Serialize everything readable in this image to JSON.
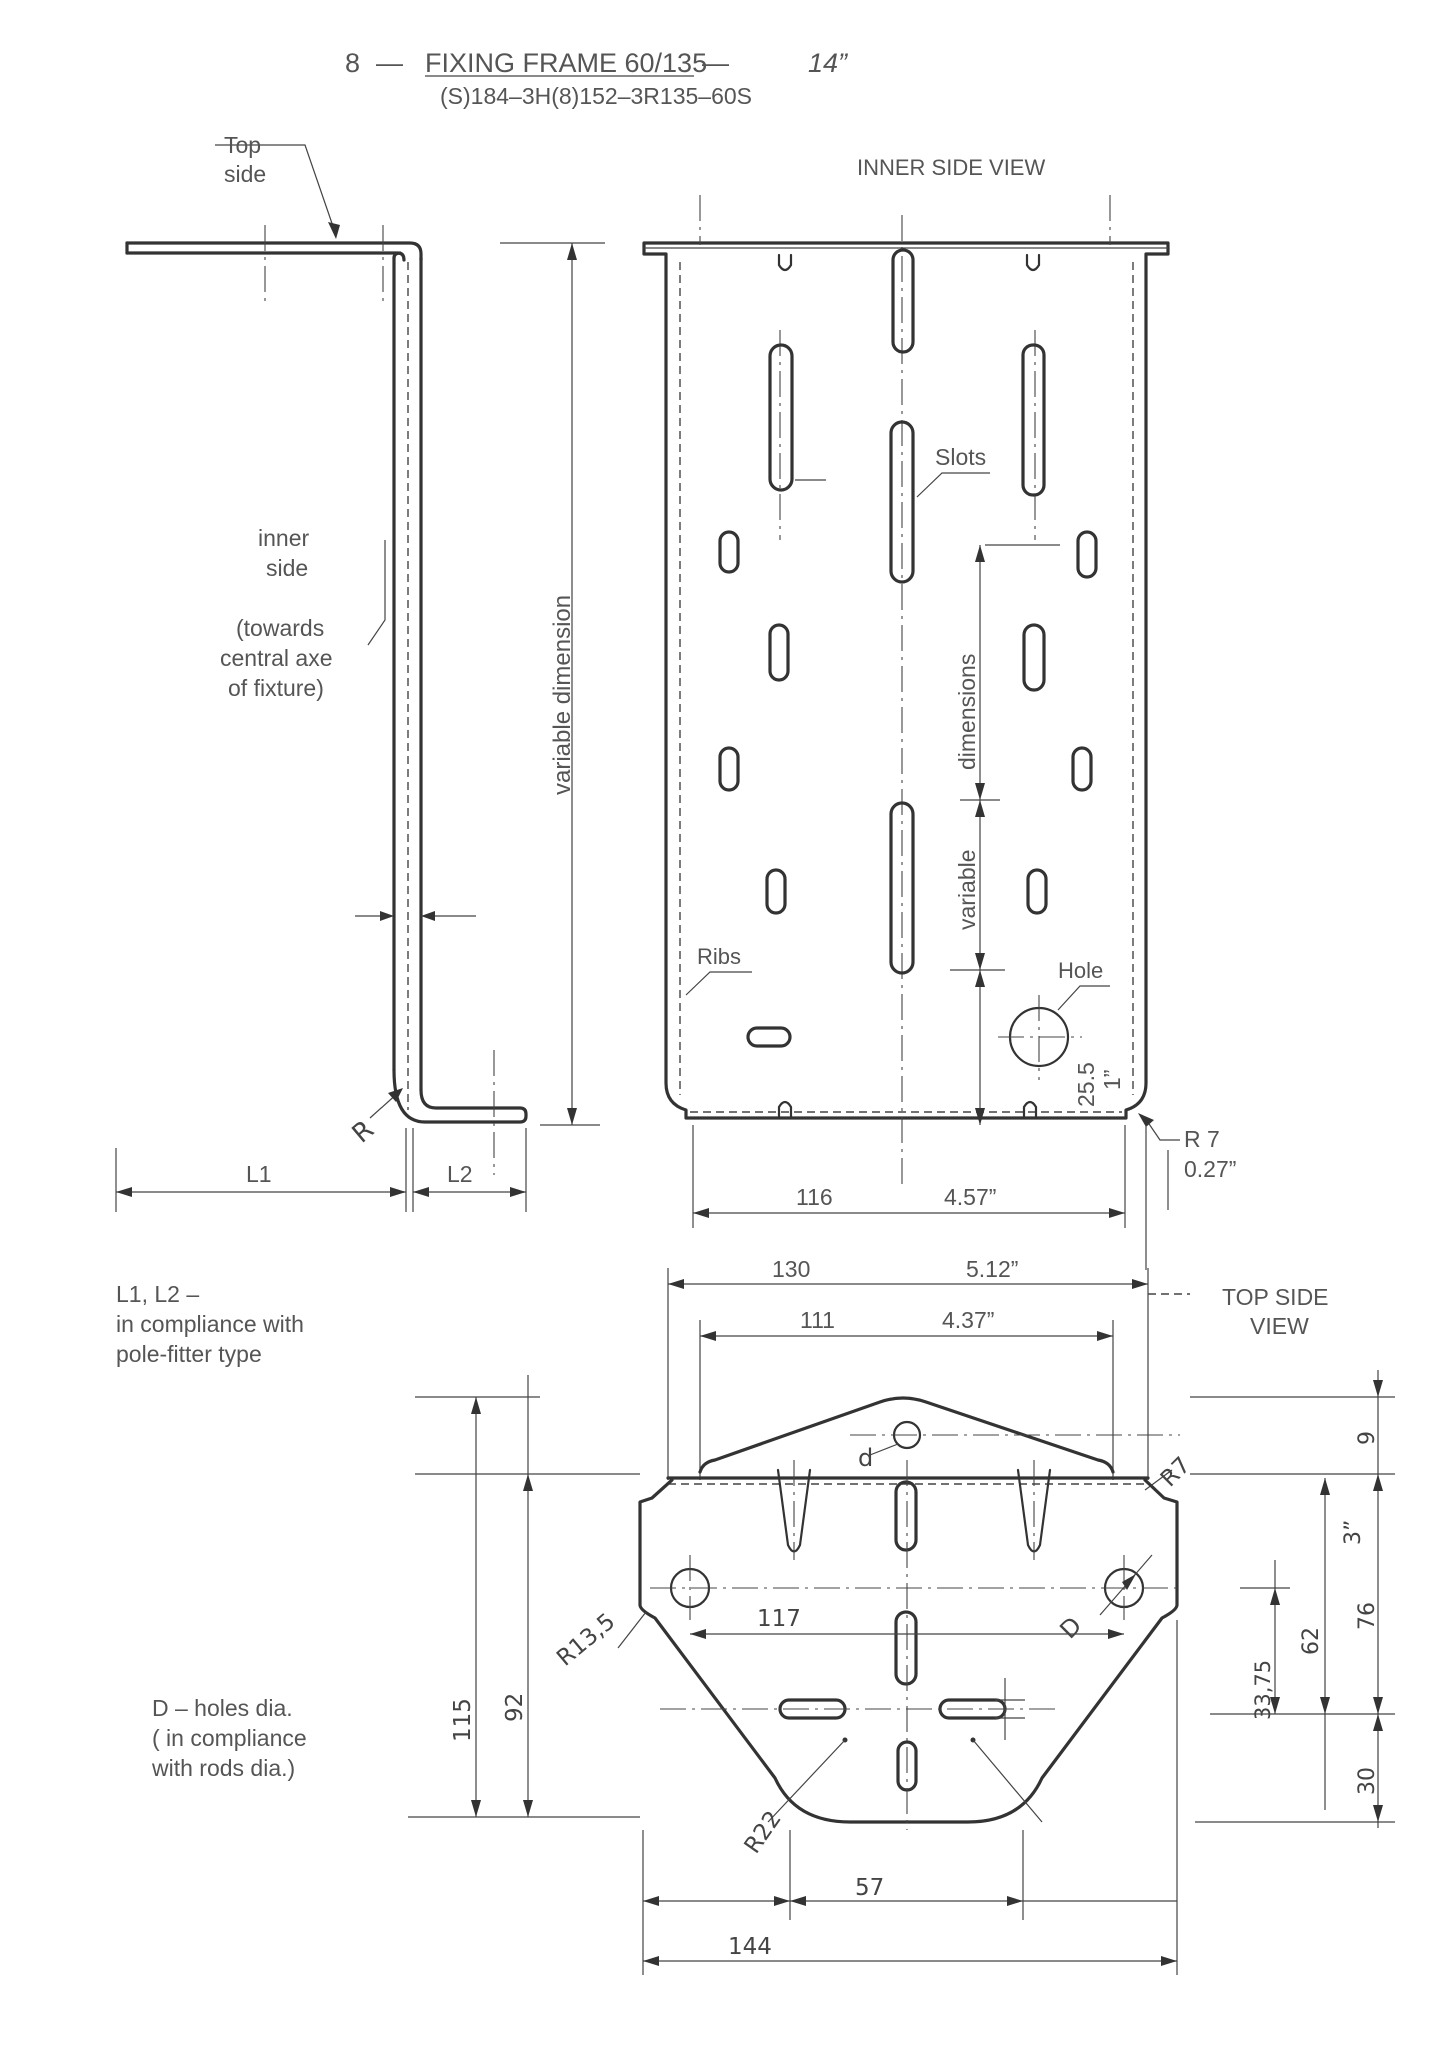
{
  "title": {
    "number": "8",
    "dash1": "—",
    "name": "FIXING  FRAME 60/135",
    "dash2": "—",
    "size": "14”",
    "code": "(S)184–3H(8)152–3R135–60S"
  },
  "side_view": {
    "top_side_line1": "Top",
    "top_side_line2": "side",
    "inner_line1": "inner",
    "inner_line2": "side",
    "towards_line1": "(towards",
    "towards_line2": "central axe",
    "towards_line3": "of fixture)",
    "radius_label": "R",
    "l1_label": "L1",
    "l2_label": "L2",
    "variable_dimension": "variable  dimension"
  },
  "inner_view": {
    "title": "INNER SIDE VIEW",
    "slots_label": "Slots",
    "ribs_label": "Ribs",
    "hole_label": "Hole",
    "dimensions_label": "dimensions",
    "variable_label": "variable",
    "dim_25_5": "25.5",
    "dim_1in": "1”",
    "r7_label": "R 7",
    "r7_in": "0.27”",
    "width_mm": "116",
    "width_in": "4.57”"
  },
  "top_view": {
    "title_line1": "TOP SIDE",
    "title_line2": "VIEW",
    "dim_130": "130",
    "dim_130_in": "5.12”",
    "dim_111": "111",
    "dim_111_in": "4.37”",
    "d_small": "d",
    "r7": "R7",
    "r13_5": "R13,5",
    "d_big": "D",
    "dim_117": "117",
    "dim_115": "115",
    "dim_92": "92",
    "dim_9": "9",
    "dim_3in": "3”",
    "dim_76": "76",
    "dim_62": "62",
    "dim_33_75": "33,75",
    "dim_30": "30",
    "r22": "R22",
    "dim_57": "57",
    "dim_144": "144"
  },
  "notes": {
    "l_line1": "L1, L2 –",
    "l_line2": "in compliance with",
    "l_line3": "pole-fitter type",
    "d_line1": "D – holes dia.",
    "d_line2": "( in compliance",
    "d_line3": "with rods dia.)"
  }
}
